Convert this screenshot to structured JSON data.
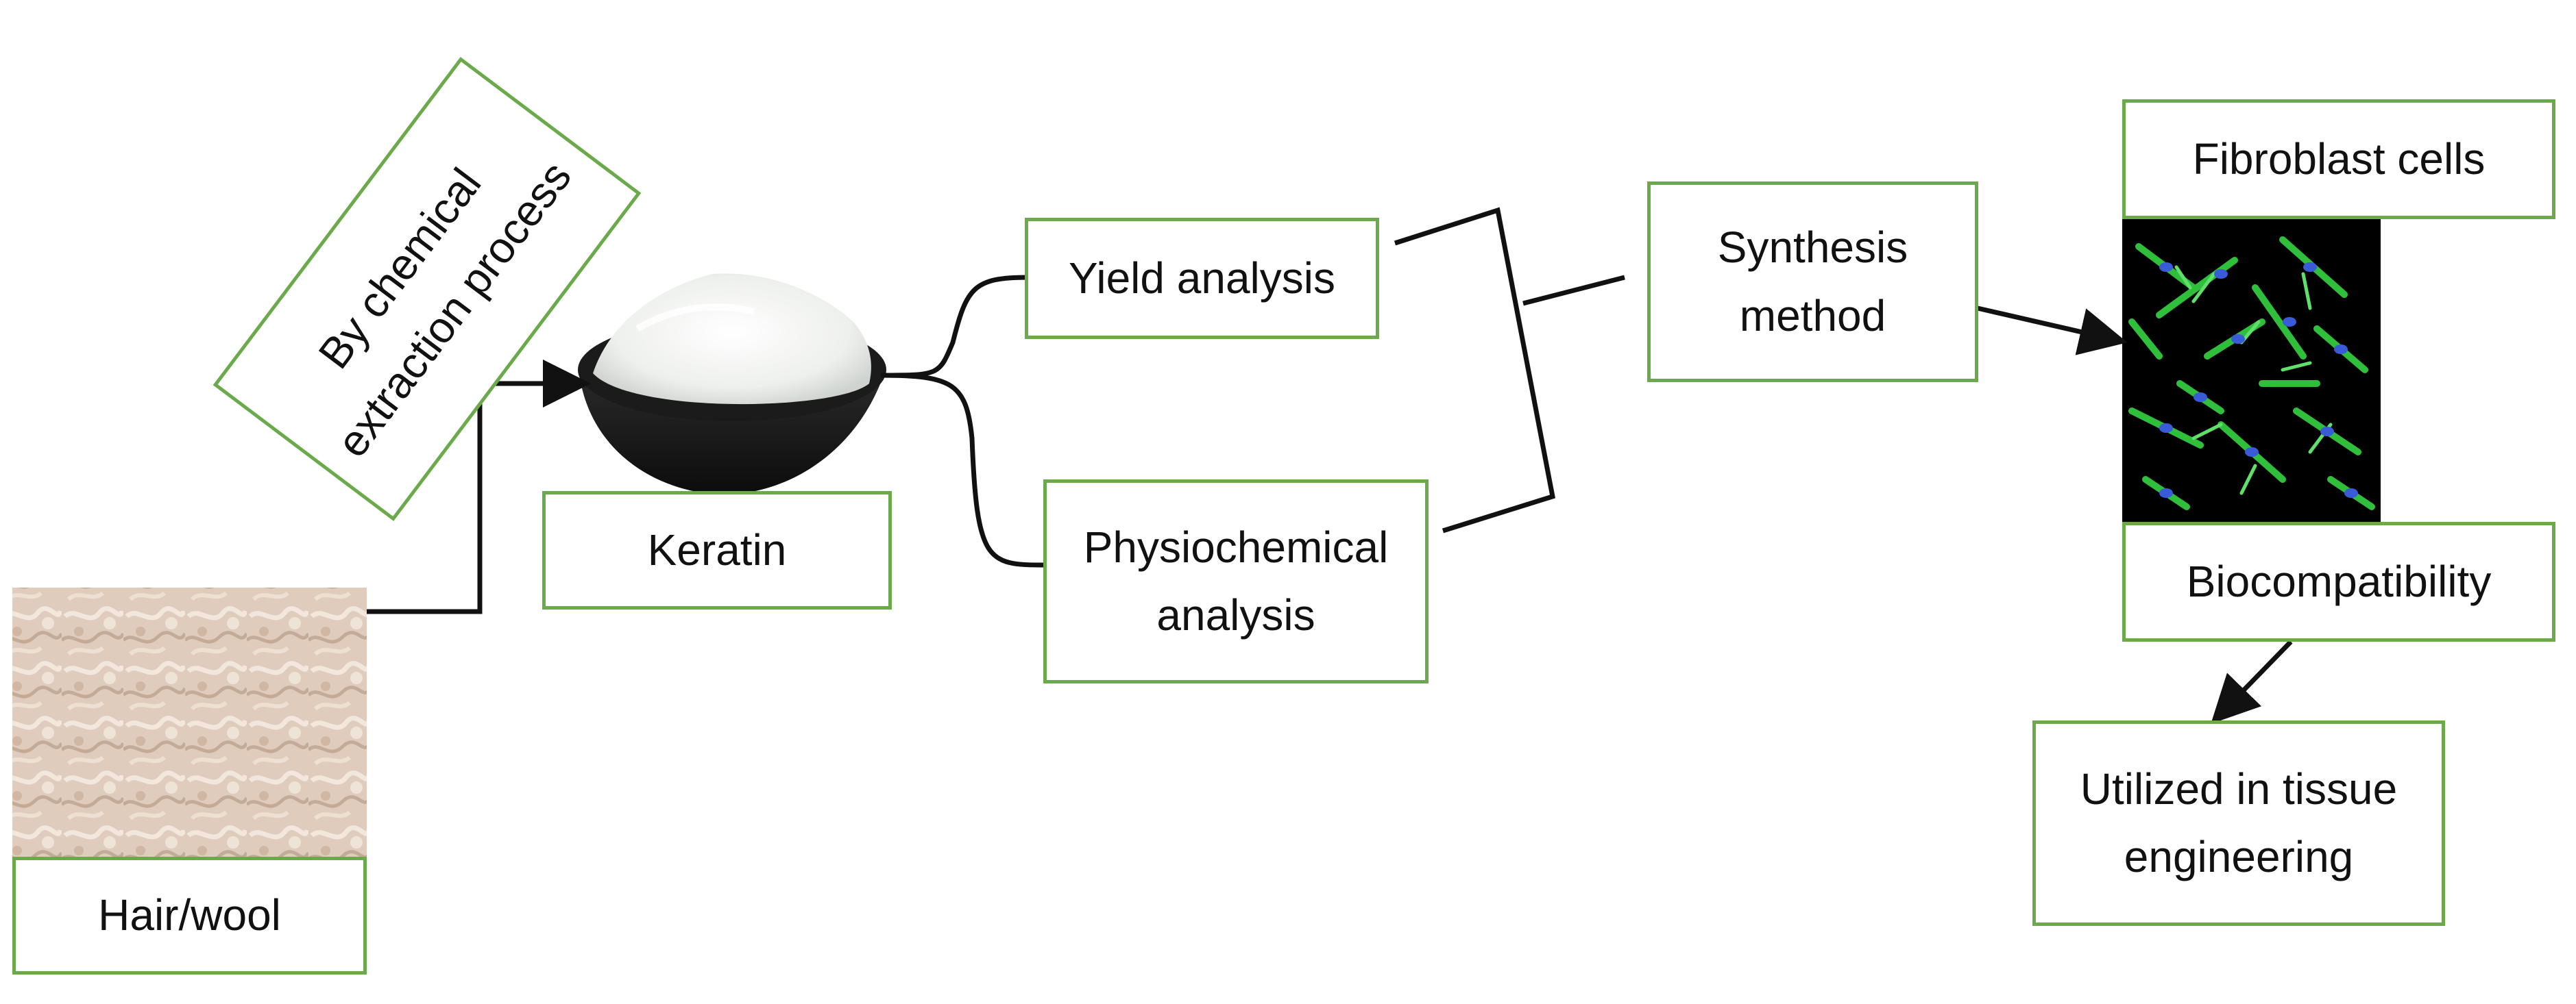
{
  "nodes": {
    "process_label": "By chemical\nextraction process",
    "hair_wool": "Hair/wool",
    "keratin": "Keratin",
    "yield_analysis": "Yield analysis",
    "physiochemical_analysis": "Physiochemical\nanalysis",
    "synthesis_method": "Synthesis\nmethod",
    "fibroblast_cells": "Fibroblast cells",
    "biocompatibility": "Biocompatibility",
    "tissue_engineering": "Utilized in tissue\nengineering"
  },
  "colors": {
    "box_border": "#6aaa4a",
    "line": "#111111",
    "cell_green": "#2fbf3a",
    "cell_nuclei": "#3a5bd8"
  }
}
